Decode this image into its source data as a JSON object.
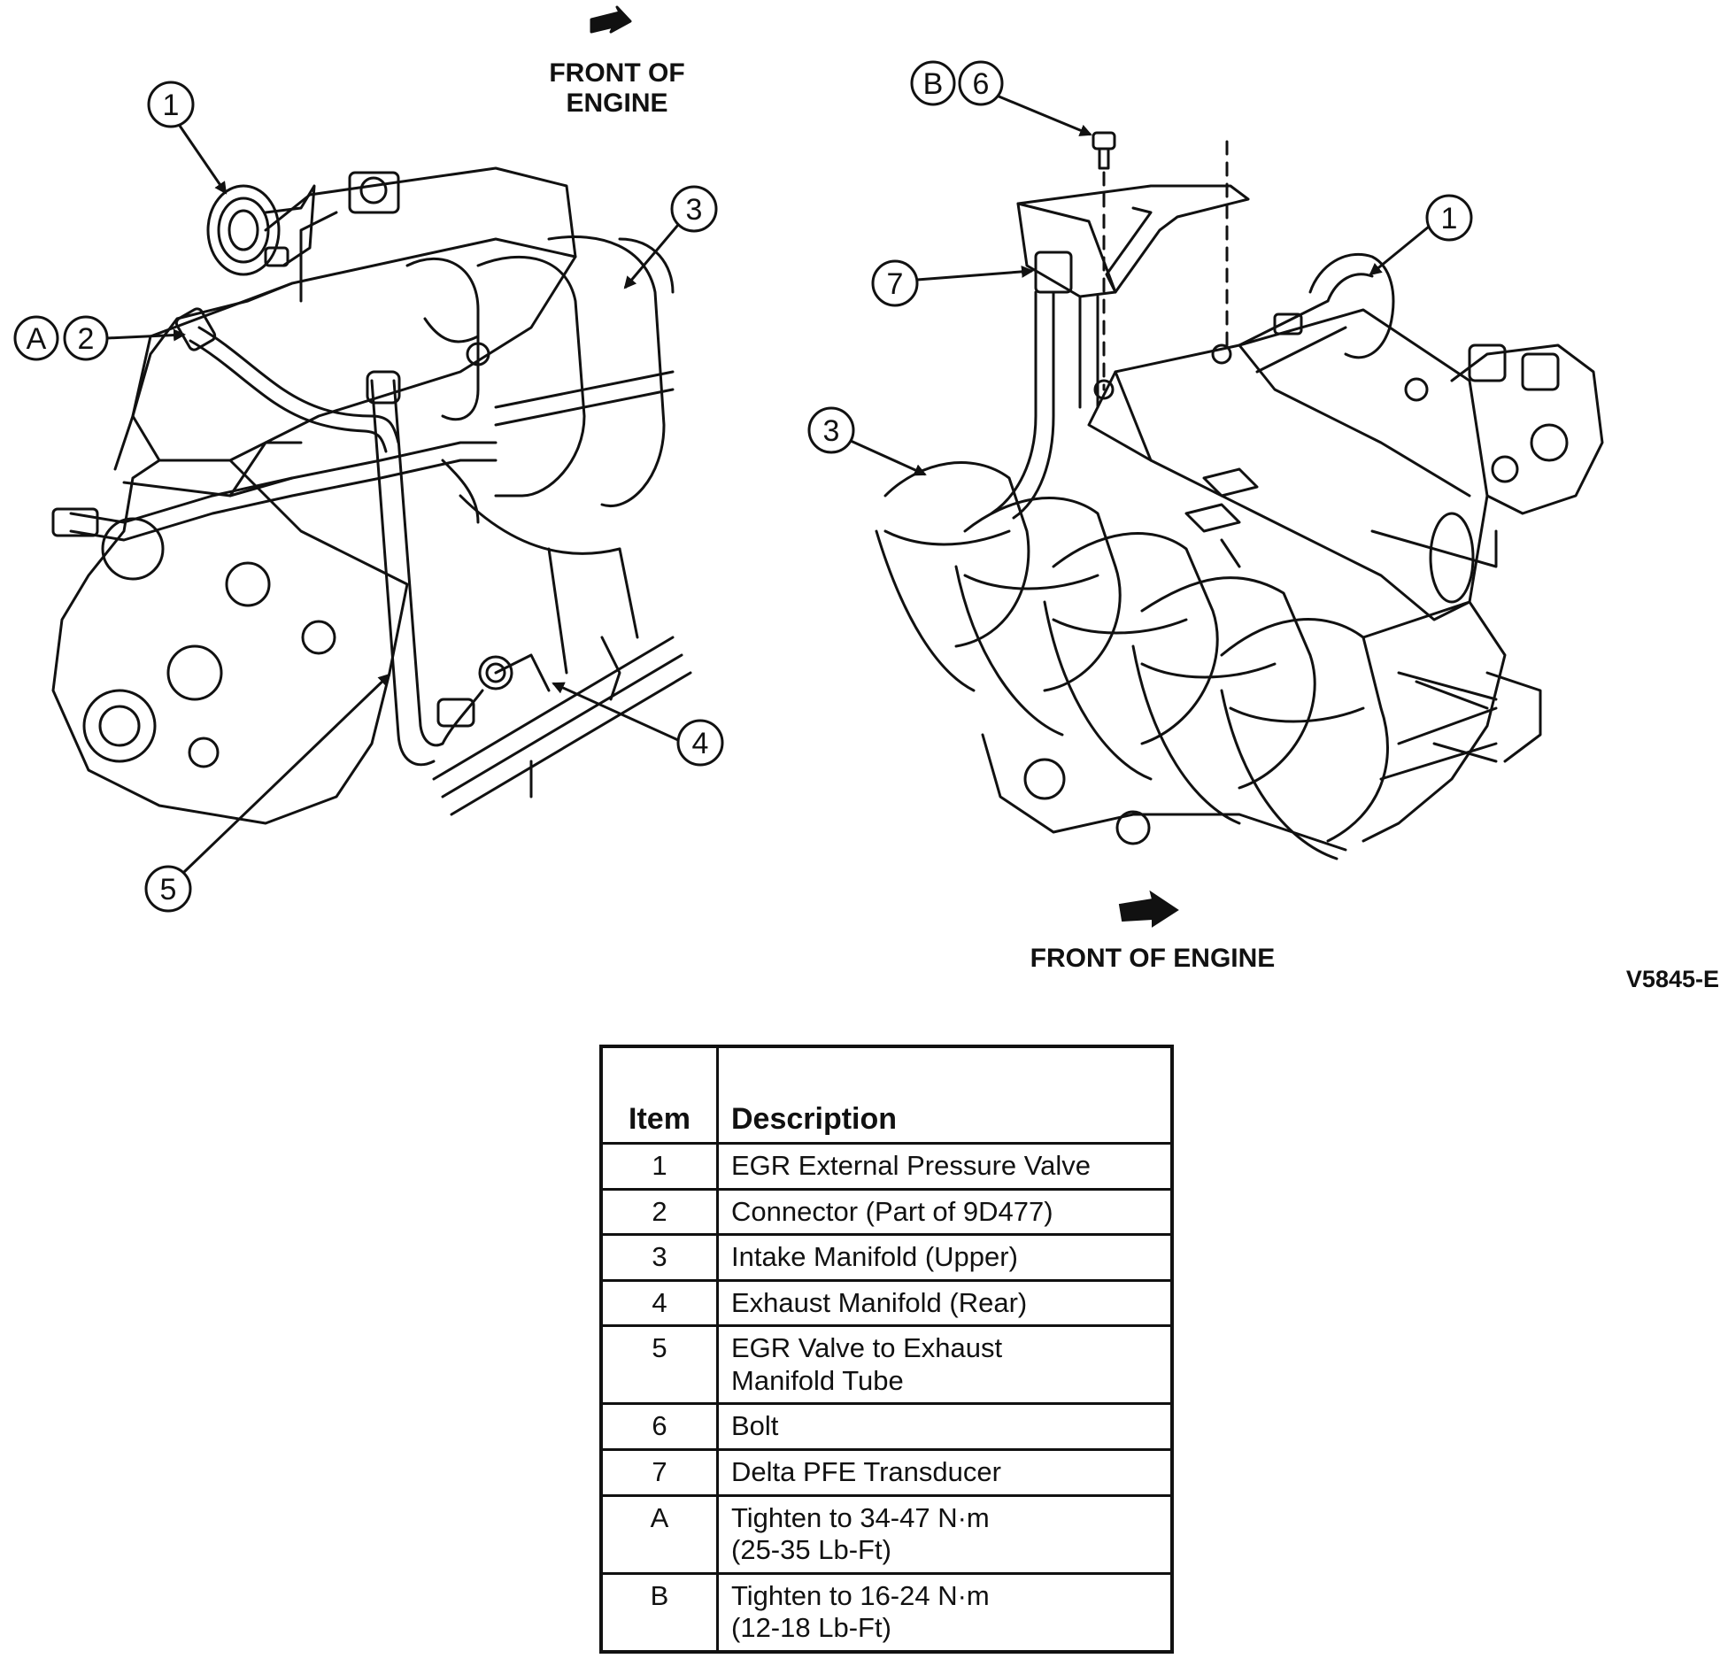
{
  "left_view": {
    "front_label": "FRONT OF\nENGINE",
    "callouts": [
      "1",
      "A",
      "2",
      "3",
      "4",
      "5"
    ]
  },
  "right_view": {
    "front_label": "FRONT OF ENGINE",
    "callouts": [
      "B",
      "6",
      "7",
      "1",
      "3"
    ]
  },
  "figure_id": "V5845-E",
  "table": {
    "headers": {
      "item": "Item",
      "description": "Description"
    },
    "rows": [
      {
        "item": "1",
        "description": "EGR External Pressure Valve"
      },
      {
        "item": "2",
        "description": "Connector (Part of 9D477)"
      },
      {
        "item": "3",
        "description": "Intake Manifold (Upper)"
      },
      {
        "item": "4",
        "description": "Exhaust Manifold (Rear)"
      },
      {
        "item": "5",
        "description": "EGR Valve to Exhaust\nManifold Tube"
      },
      {
        "item": "6",
        "description": "Bolt"
      },
      {
        "item": "7",
        "description": "Delta PFE Transducer"
      },
      {
        "item": "A",
        "description": "Tighten to 34-47 N·m\n(25-35 Lb-Ft)"
      },
      {
        "item": "B",
        "description": "Tighten to 16-24 N·m\n(12-18 Lb-Ft)"
      }
    ]
  }
}
